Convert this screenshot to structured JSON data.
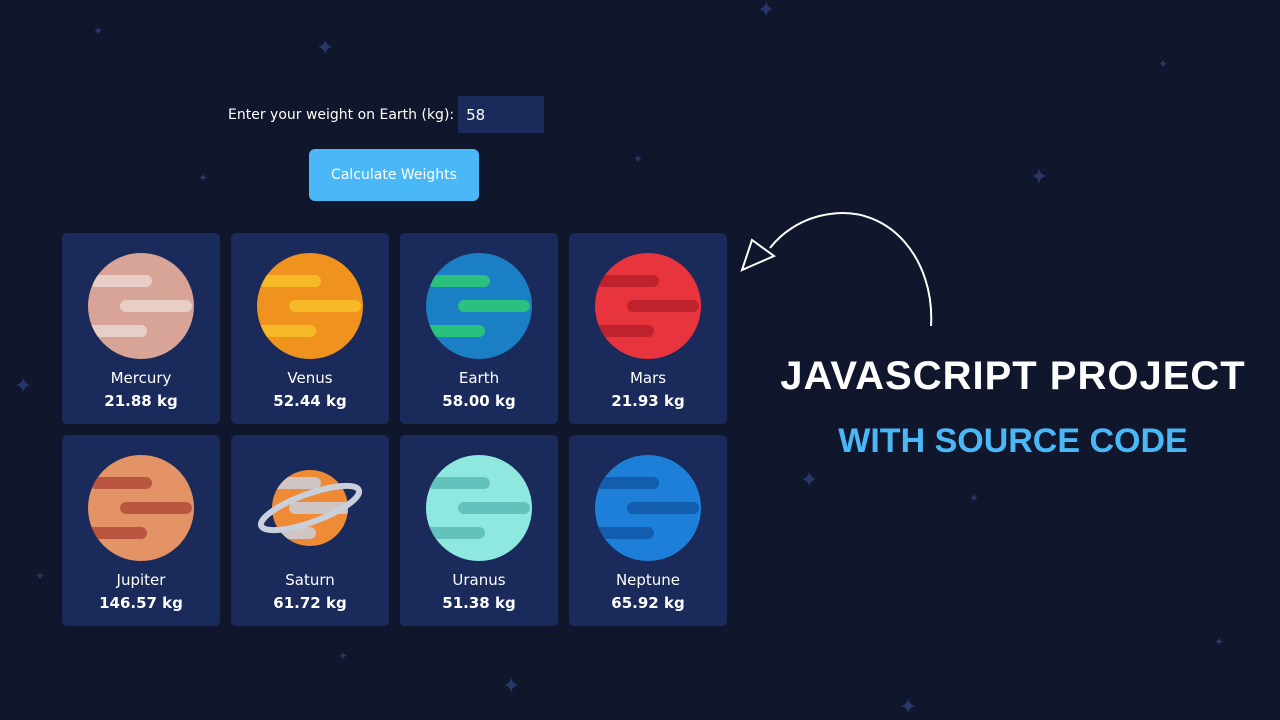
{
  "form": {
    "label": "Enter your weight on Earth (kg):",
    "weight_value": "58"
  },
  "calculate_button": "Calculate Weights",
  "planets": [
    {
      "name": "Mercury",
      "weight": "21.88 kg",
      "color": "#d8a498",
      "light": "#ead8cf"
    },
    {
      "name": "Venus",
      "weight": "52.44 kg",
      "color": "#f0921e",
      "light": "#f8c12a"
    },
    {
      "name": "Earth",
      "weight": "58.00 kg",
      "color": "#1a7fc4",
      "light": "#2ecc71"
    },
    {
      "name": "Mars",
      "weight": "21.93 kg",
      "color": "#e8343c",
      "light": "#b8202a"
    },
    {
      "name": "Jupiter",
      "weight": "146.57 kg",
      "color": "#e39366",
      "light": "#b34a3a"
    },
    {
      "name": "Saturn",
      "weight": "61.72 kg",
      "color": "#ef8a36",
      "light": "#c9cfdb"
    },
    {
      "name": "Uranus",
      "weight": "51.38 kg",
      "color": "#8ee8e0",
      "light": "#5cbdb6"
    },
    {
      "name": "Neptune",
      "weight": "65.92 kg",
      "color": "#1e7fd8",
      "light": "#1257a8"
    }
  ],
  "banner": {
    "line1": "JAVASCRIPT PROJECT",
    "line2": "WITH SOURCE CODE"
  },
  "colors": {
    "background": "#10162c",
    "card": "#1a2a5a",
    "accent": "#4ab8f7"
  }
}
